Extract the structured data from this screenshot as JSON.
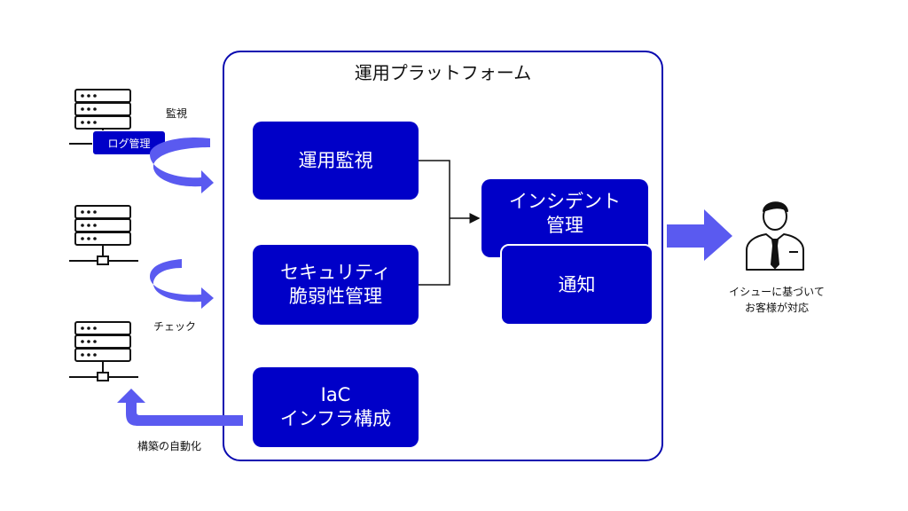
{
  "platform": {
    "title": "運用プラットフォーム"
  },
  "boxes": {
    "monitoring": "運用監視",
    "security": "セキュリティ\n脆弱性管理",
    "iac": "IaC\nインフラ構成",
    "incident": "インシデント\n管理",
    "notify": "通知"
  },
  "labels": {
    "monitor": "監視",
    "log_management": "ログ管理",
    "check": "チェック",
    "auto_build": "構築の自動化",
    "customer": "イシューに基づいて\nお客様が対応"
  },
  "colors": {
    "box_fill": "#0000c8",
    "frame_border": "#0a0ab0",
    "arrow_fill": "#5a5af0",
    "icon_stroke": "#111111"
  },
  "icons": [
    "server-icon",
    "server-icon",
    "server-icon",
    "customer-person-icon"
  ]
}
